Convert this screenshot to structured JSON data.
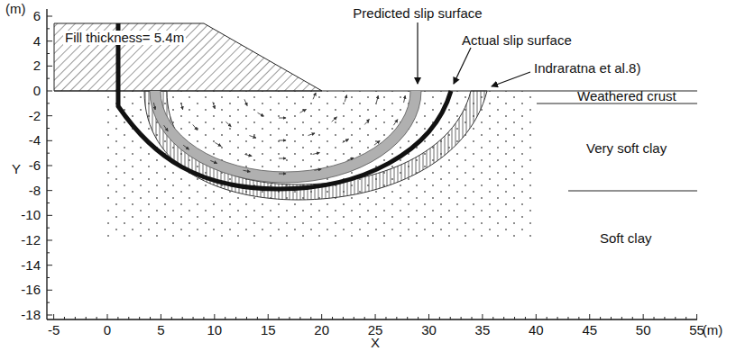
{
  "diagram": {
    "labels": [
      "(m)",
      "6",
      "4",
      "2",
      "0",
      "-2",
      "-4",
      "-6",
      "-8",
      "-10",
      "-12",
      "-14",
      "-16",
      "-18",
      "Fill thickness= 5.4m",
      "Predicted slip surface",
      "Actual slip surface",
      "Indraratna et al.8)",
      "Weathered crust",
      "Very soft clay",
      "Soft clay",
      "Y",
      "-5",
      "0",
      "5",
      "10",
      "15",
      "20",
      "25",
      "30",
      "35",
      "40",
      "45",
      "50",
      "55",
      "(m)",
      "X"
    ]
  }
}
